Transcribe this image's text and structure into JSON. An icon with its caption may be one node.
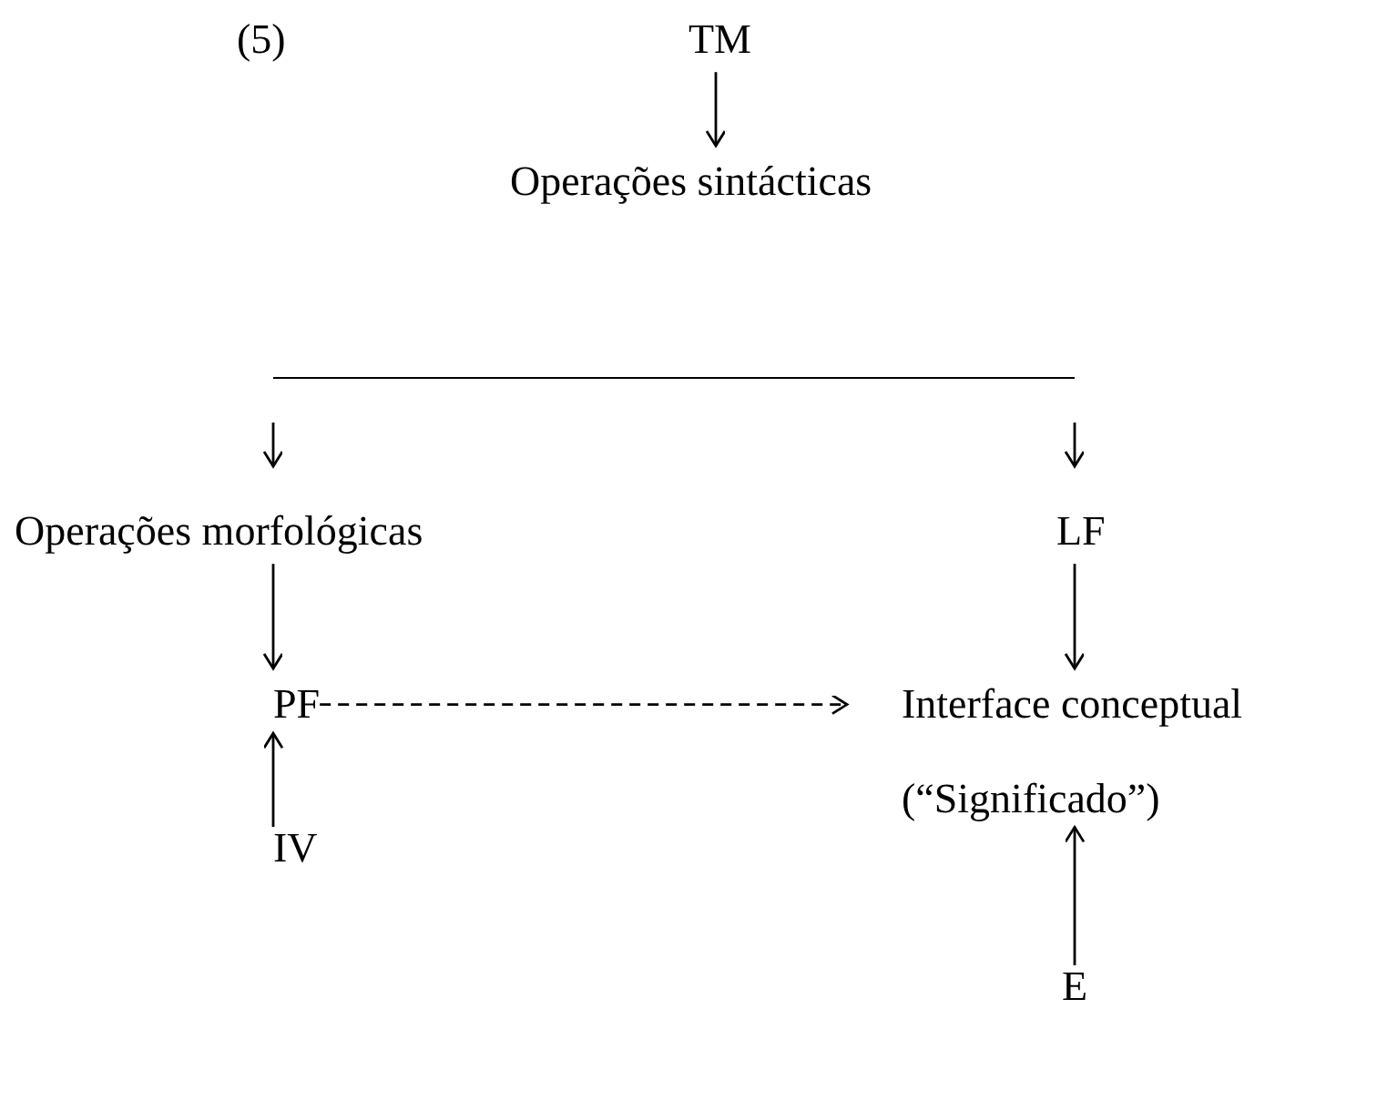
{
  "diagram": {
    "nodes": [
      {
        "text": [
          "TM"
        ]
      },
      {
        "text": [
          "Operações sintácticas"
        ]
      },
      {
        "text": [],
        "shape": "bar"
      },
      {
        "text": [
          "Operações morfológicas"
        ]
      },
      {
        "text": [
          "LF"
        ]
      },
      {
        "text": [
          "PF"
        ]
      },
      {
        "text": [
          "Interface conceptual",
          "(“Significado”)"
        ]
      },
      {
        "text": [
          "IV"
        ]
      },
      {
        "text": [
          "E"
        ]
      }
    ],
    "edges": [
      {
        "from": 0,
        "to": 1,
        "arrow": "to"
      },
      {
        "from": 2,
        "to": 3,
        "arrow": "to"
      },
      {
        "from": 2,
        "to": 4,
        "arrow": "to"
      },
      {
        "from": 3,
        "to": 5,
        "arrow": "to"
      },
      {
        "from": 4,
        "to": 6,
        "arrow": "to"
      },
      {
        "from": 5,
        "to": 6,
        "arrow": "to",
        "style": "dashed"
      },
      {
        "from": 7,
        "to": 5,
        "arrow": "to"
      },
      {
        "from": 8,
        "to": 6,
        "arrow": "to"
      }
    ],
    "labels": [
      "(5)"
    ]
  }
}
